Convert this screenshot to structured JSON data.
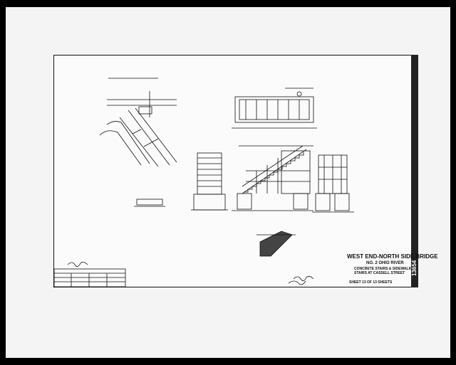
{
  "drawing": {
    "title_line1": "WEST END-NORTH SIDE BRIDGE",
    "title_line2": "NO. 2 OHIO RIVER",
    "title_line3": "CONCRETE STAIRS & SIDEWALKS",
    "title_line4": "STAIRS AT CASSELL STREET",
    "sheet_number": "SHEET 13 OF 13 SHEETS",
    "haer_number": "13654"
  },
  "colors": {
    "background": "#000000",
    "paper": "#f4f4f4",
    "ink": "#111111"
  }
}
